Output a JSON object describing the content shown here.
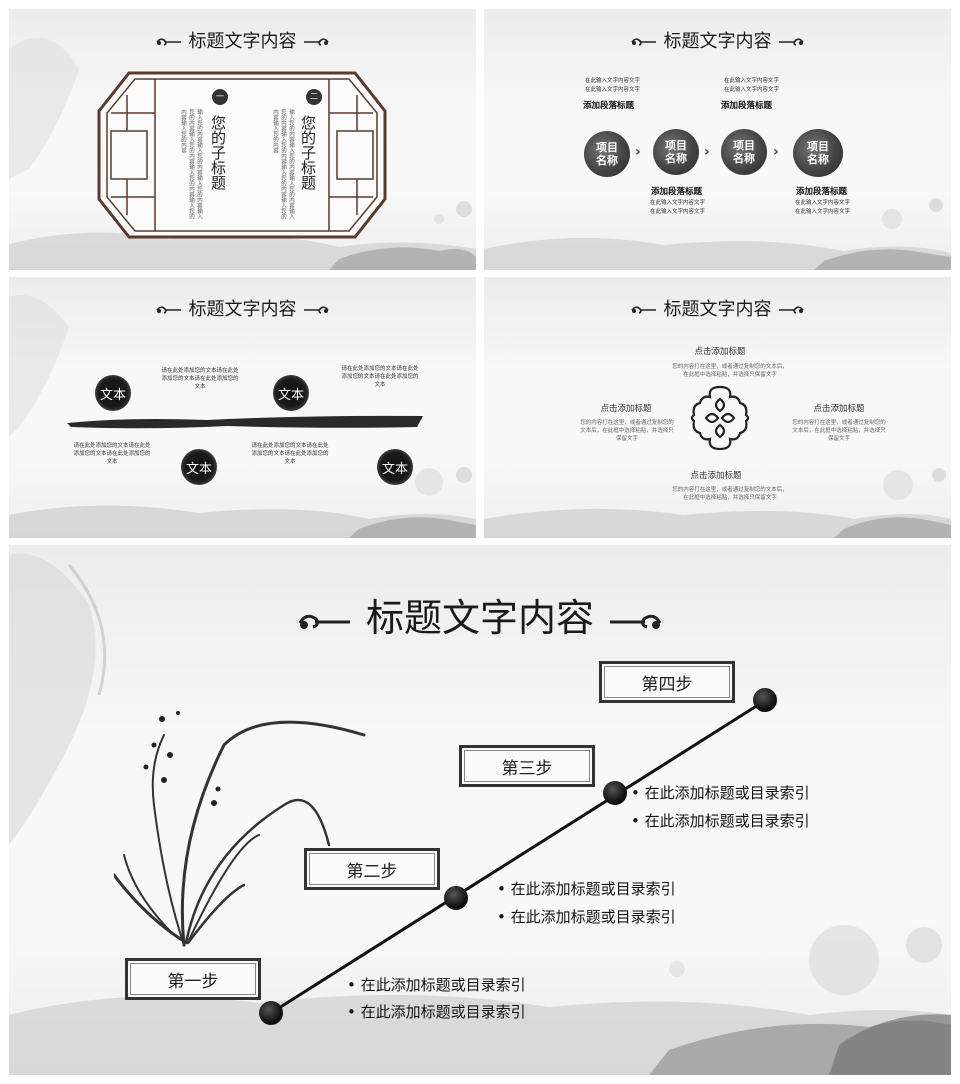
{
  "slides": {
    "s1": {
      "title": "标题文字内容",
      "subtitle_left": "您的子标题",
      "subtitle_right": "您的子标题",
      "badge_left": "一",
      "badge_right": "二",
      "body_left": "输入您的内容输入您的内容输入您的内容输入您的内容输入您的内容输入您的内容输入您的内容输入您的内容",
      "body_right": "输入您的内容输入您的内容输入您的内容输入您的内容输入您的内容输入您的内容输入您的内容输入您的内容"
    },
    "s2": {
      "title": "标题文字内容",
      "items": [
        {
          "name1": "项目",
          "name2": "名称"
        },
        {
          "name1": "项目",
          "name2": "名称"
        },
        {
          "name1": "项目",
          "name2": "名称"
        },
        {
          "name1": "项目",
          "name2": "名称"
        }
      ],
      "top_blocks": [
        {
          "line1": "在此输入文字内容文字",
          "line2": "在此输入文字内容文字",
          "heading": "添加段落标题"
        },
        {
          "line1": "在此输入文字内容文字",
          "line2": "在此输入文字内容文字",
          "heading": "添加段落标题"
        }
      ],
      "bottom_blocks": [
        {
          "heading": "添加段落标题",
          "line1": "在此输入文字内容文字",
          "line2": "在此输入文字内容文字"
        },
        {
          "heading": "添加段落标题",
          "line1": "在此输入文字内容文字",
          "line2": "在此输入文字内容文字"
        }
      ]
    },
    "s3": {
      "title": "标题文字内容",
      "blob_label": "文本",
      "text_a": "请在此处添加您的文本请在此处添加您的文本请在此处添加您的文本",
      "text_b": "请在此处添加您的文本请在此处添加您的文本请在此处添加您的文本",
      "text_c": "请在此处添加您的文本请在此处添加您的文本请在此处添加您的文本",
      "text_d": "请在此处添加您的文本请在此处添加您的文本请在此处添加您的文本"
    },
    "s4": {
      "title": "标题文字内容",
      "heading": "点击添加标题",
      "desc": "您的内容打在这里，或者通过复制您的文本后，在此框中选择粘贴，并选择只保留文字"
    },
    "s5": {
      "title": "标题文字内容",
      "steps": [
        "第一步",
        "第二步",
        "第三步",
        "第四步"
      ],
      "bullet": "在此添加标题或目录索引"
    }
  }
}
